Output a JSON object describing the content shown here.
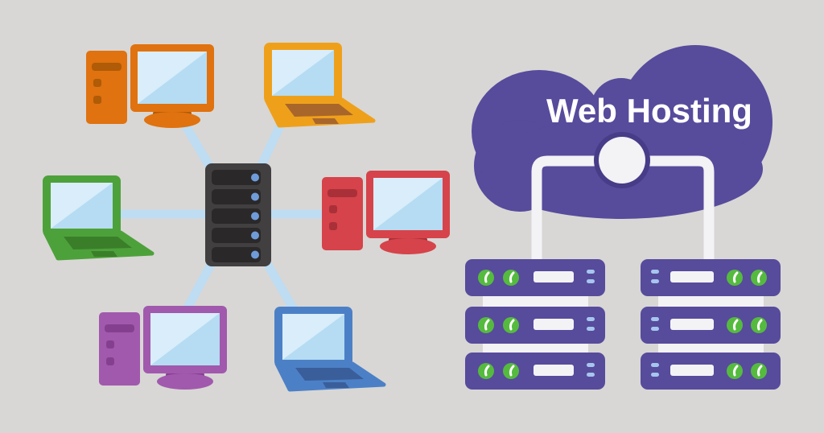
{
  "hosting": {
    "label": "Web Hosting",
    "racks": [
      {
        "position": "left",
        "server_count": 3,
        "leds_per_server": 2
      },
      {
        "position": "right",
        "server_count": 3,
        "leds_per_server": 2
      }
    ]
  },
  "network": {
    "hub": {
      "type": "rack-server",
      "bays": 5
    },
    "clients": [
      {
        "type": "desktop-pc",
        "color": "orange"
      },
      {
        "type": "laptop",
        "color": "yellow"
      },
      {
        "type": "laptop",
        "color": "green"
      },
      {
        "type": "desktop-pc",
        "color": "red"
      },
      {
        "type": "desktop-pc",
        "color": "purple"
      },
      {
        "type": "laptop",
        "color": "blue"
      }
    ]
  },
  "colors": {
    "bg": "#d8d7d5",
    "line-blue": "#bedcf2",
    "screen-blue": "#b5dcf2",
    "screen-gloss": "#d9edfa",
    "orange-body": "#e0720f",
    "orange-dark": "#af5b07",
    "yellow-body": "#efa01b",
    "yellow-dark": "#a9662a",
    "green-body": "#4da13a",
    "green-dark": "#3a7e2a",
    "red-body": "#d6434a",
    "red-dark": "#a93039",
    "purple-body": "#a159ad",
    "purple-dark": "#84408f",
    "blue-body": "#4c80c6",
    "blue-dark": "#3a5e9a",
    "server-body": "#413f3f",
    "server-slot": "#2a2828",
    "server-dot": "#6f9bd9",
    "cloud-purple": "#574b9c",
    "ring-purple": "#473c87",
    "connector-white": "#f3f2f5",
    "rack-purple": "#574b9c",
    "led-green": "#55bb3e",
    "dash-blue": "#a6c6ee",
    "slot-white": "#f3f3f6",
    "text-white": "#ffffff"
  }
}
